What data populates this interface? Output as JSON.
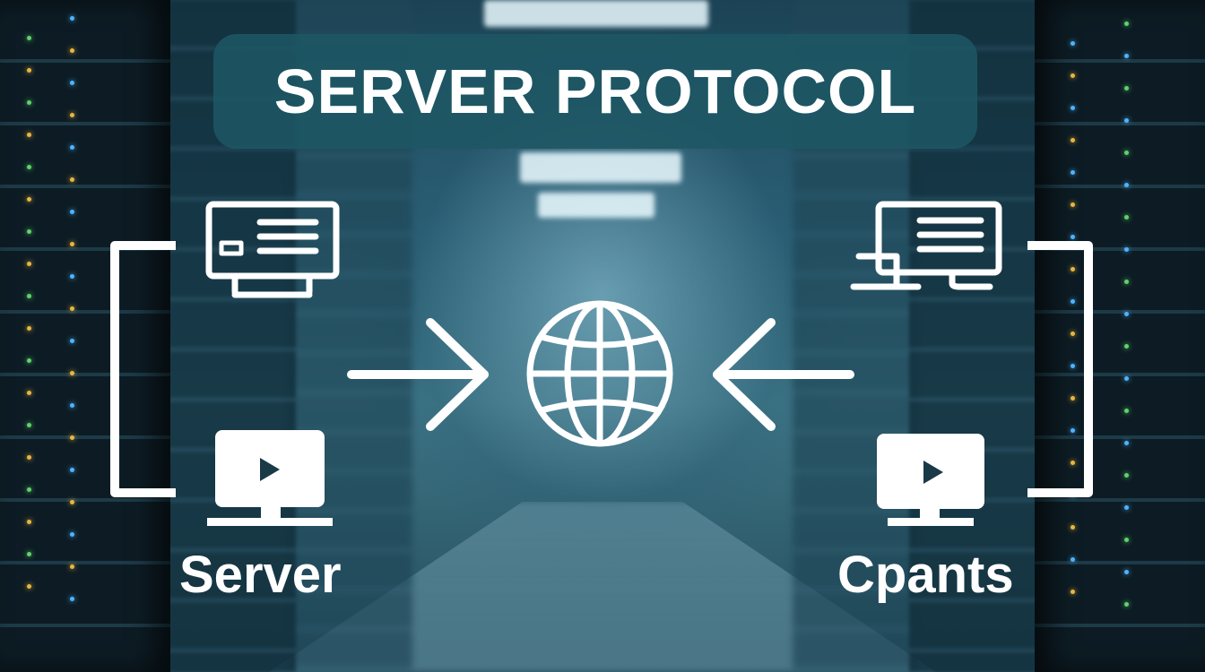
{
  "title": "SERVER PROTOCOL",
  "labels": {
    "left": "Server",
    "right": "Cpants"
  },
  "icons": {
    "left_top": "monitor-with-text-icon",
    "left_bottom": "video-monitor-icon",
    "center": "globe-icon",
    "right_top": "computer-desk-icon",
    "right_bottom": "video-monitor-icon",
    "arrow_left": "arrow-right-icon",
    "arrow_right": "arrow-left-icon"
  },
  "colors": {
    "foreground": "#ffffff",
    "title_background": "#1e5664",
    "led_blue": "#4fb3ff",
    "led_amber": "#e8b640",
    "led_green": "#5fd36a"
  }
}
